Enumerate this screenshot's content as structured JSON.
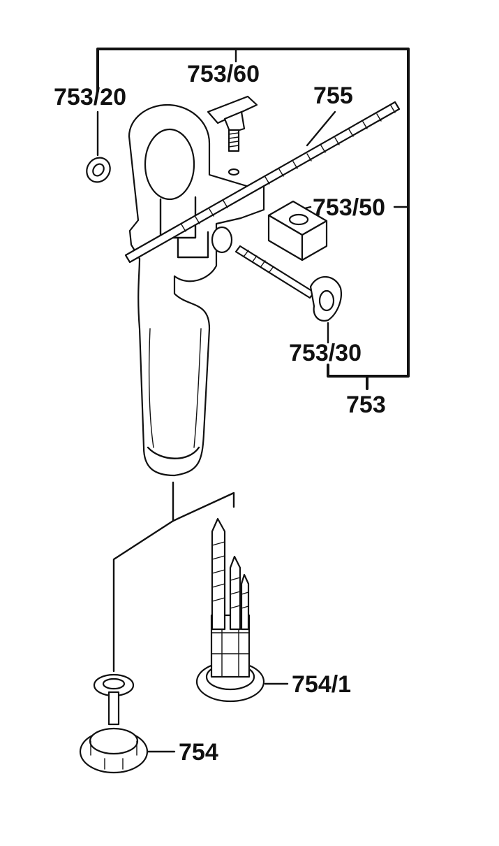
{
  "labels": {
    "p753_60": "753/60",
    "p753_20": "753/20",
    "p755": "755",
    "p753_50": "753/50",
    "p753_30": "753/30",
    "p753": "753",
    "p754_1": "754/1",
    "p754": "754"
  }
}
